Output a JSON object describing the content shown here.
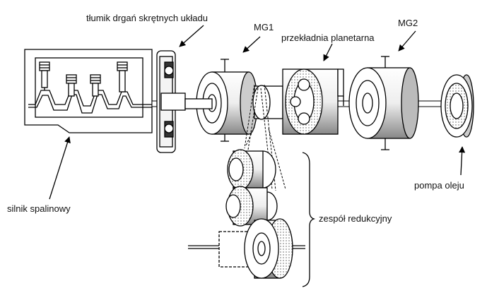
{
  "labels": {
    "damper": "tłumik drgań skrętnych układu",
    "mg1": "MG1",
    "planetary": "przekładnia planetarna",
    "mg2": "MG2",
    "engine": "silnik spalinowy",
    "oil_pump": "pompa oleju",
    "reduction": "zespół redukcyjny"
  }
}
